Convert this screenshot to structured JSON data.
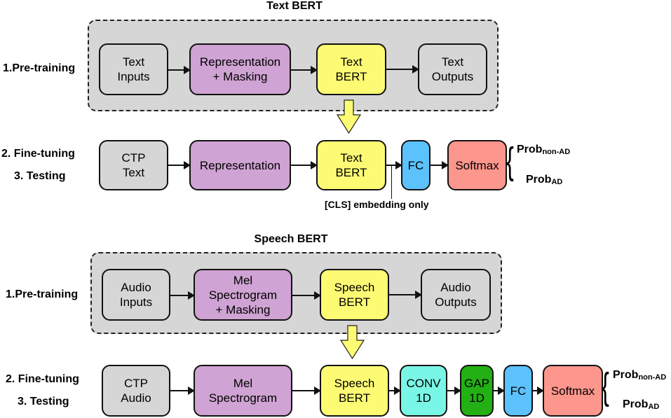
{
  "text_section": {
    "title": "Text BERT",
    "stage_pretrain": "1.Pre-training",
    "stage_finetune": "2. Fine-tuning",
    "stage_test": "3. Testing",
    "pretrain_boxes": [
      "Text\nInputs",
      "Representation\n+ Masking",
      "Text\nBERT",
      "Text\nOutputs"
    ],
    "finetune_boxes": [
      "CTP\nText",
      "Representation",
      "Text\nBERT",
      "FC",
      "Softmax"
    ],
    "cls_note": "[CLS] embedding only",
    "outputs": [
      {
        "base": "Prob",
        "sub": "non-AD"
      },
      {
        "base": "Prob",
        "sub": "AD"
      }
    ]
  },
  "speech_section": {
    "title": "Speech BERT",
    "stage_pretrain": "1.Pre-training",
    "stage_finetune": "2. Fine-tuning",
    "stage_test": "3. Testing",
    "pretrain_boxes": [
      "Audio\nInputs",
      "Mel\nSpectrogram\n+ Masking",
      "Speech\nBERT",
      "Audio\nOutputs"
    ],
    "finetune_boxes": [
      "CTP\nAudio",
      "Mel\nSpectrogram",
      "Speech\nBERT",
      "CONV\n1D",
      "GAP\n1D",
      "FC",
      "Softmax"
    ],
    "outputs": [
      {
        "base": "Prob",
        "sub": "non-AD"
      },
      {
        "base": "Prob",
        "sub": "AD"
      }
    ]
  },
  "colors": {
    "input_gray": "#d6d6d6",
    "representation_purple": "#cfa3d3",
    "bert_yellow": "#fdfb74",
    "fc_blue": "#5cc2fd",
    "softmax_salmon": "#fd968d",
    "conv_cyan": "#7af6e6",
    "gap_green": "#22b014"
  },
  "brace": "{"
}
